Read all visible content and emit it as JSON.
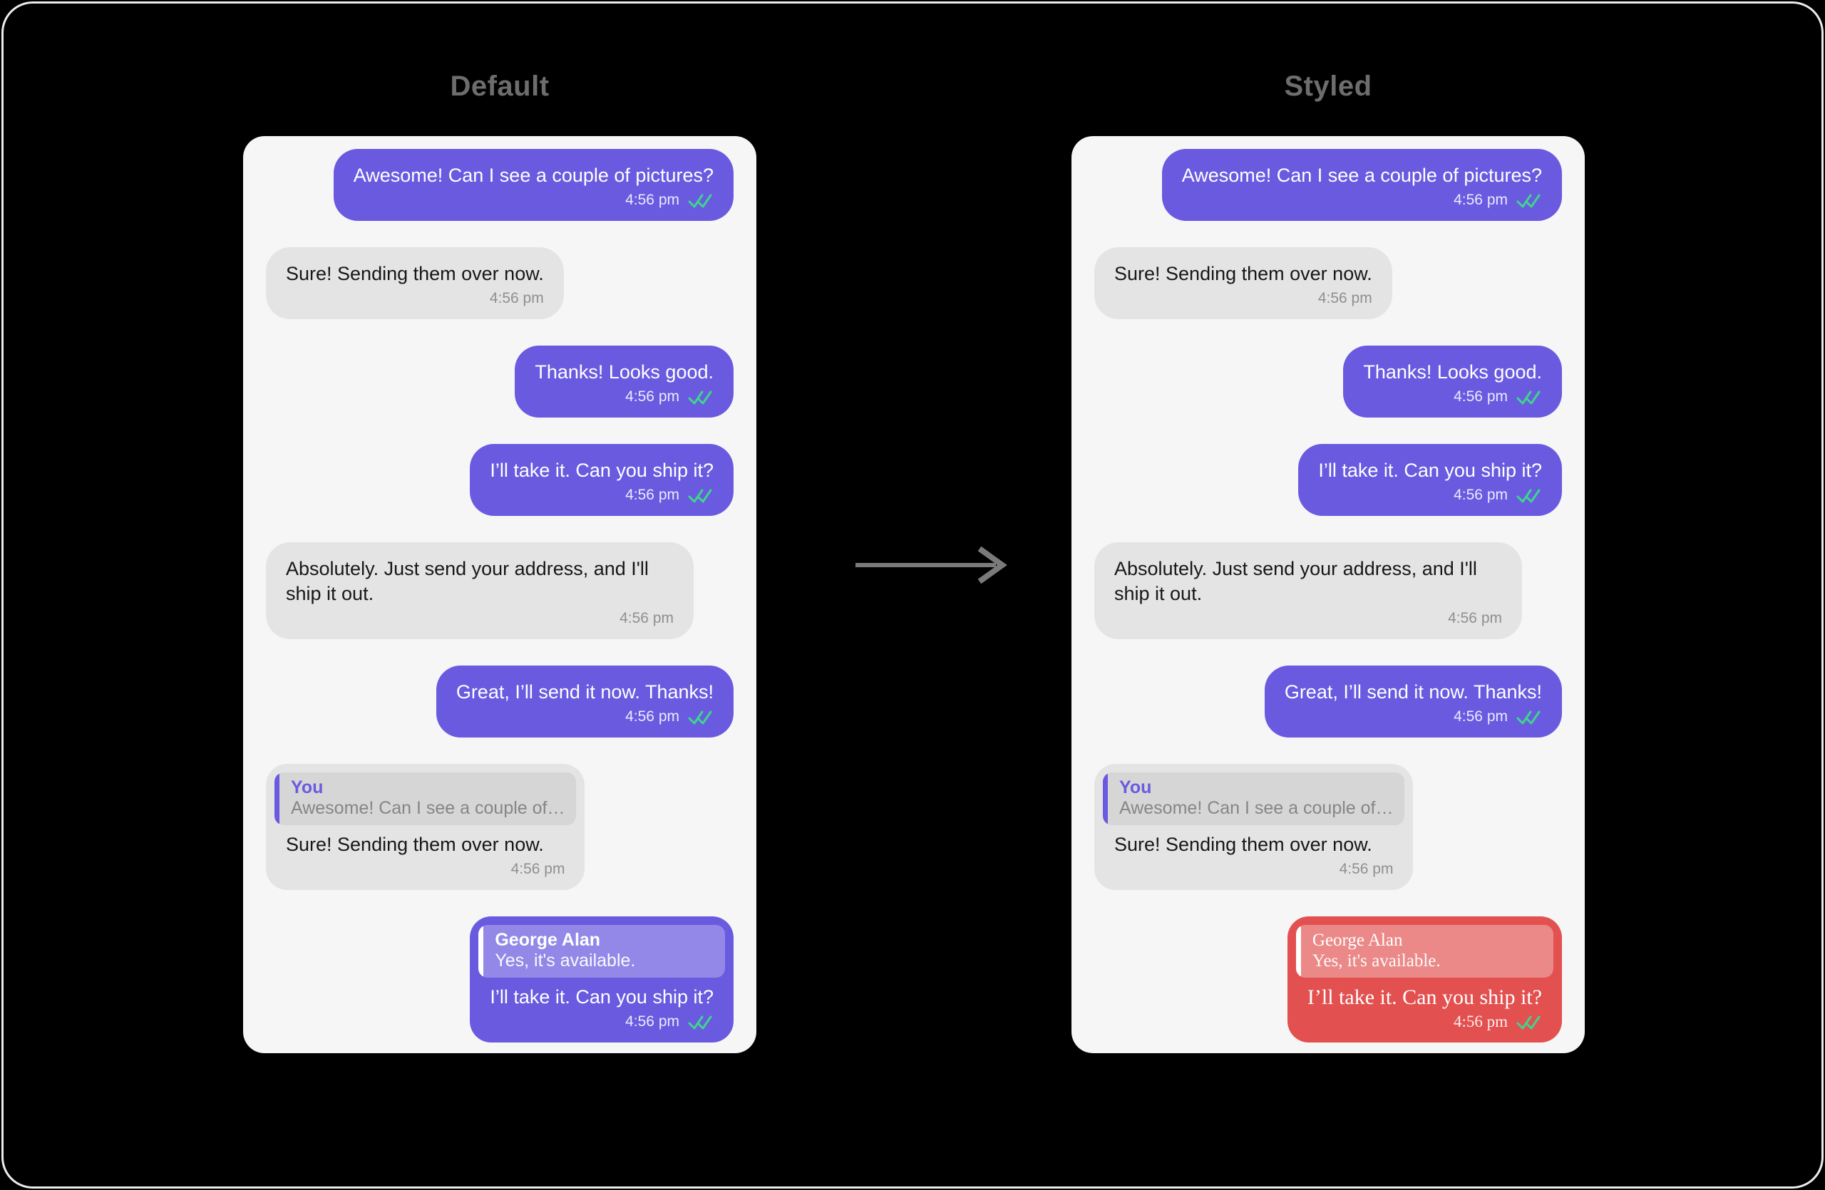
{
  "page": {
    "background": "#000000",
    "frame_border_color": "#ececec"
  },
  "columns": [
    {
      "title": "Default",
      "theme": "default"
    },
    {
      "title": "Styled",
      "theme": "styled"
    }
  ],
  "arrow": {
    "icon": "right-arrow-icon"
  },
  "colors": {
    "accent_purple": "#6a5ae0",
    "incoming_bubble": "#e4e4e4",
    "panel_background": "#f6f6f6",
    "styled_red_bubble": "#e25150",
    "check_green": "#3dd68c",
    "title_gray": "#6d6d6d",
    "arrow_gray": "#7a7a7a"
  },
  "conversation": {
    "messages": [
      {
        "direction": "outgoing",
        "text": "Awesome! Can I see a couple of pictures?",
        "time": "4:56 pm",
        "status_icon": "double-check-icon"
      },
      {
        "direction": "incoming",
        "text": "Sure! Sending them over now.",
        "time": "4:56 pm"
      },
      {
        "direction": "outgoing",
        "text": "Thanks! Looks good.",
        "time": "4:56 pm",
        "status_icon": "double-check-icon"
      },
      {
        "direction": "outgoing",
        "text": "I’ll take it. Can you ship it?",
        "time": "4:56 pm",
        "status_icon": "double-check-icon"
      },
      {
        "direction": "incoming",
        "text": "Absolutely. Just send your address, and I'll ship it out.",
        "time": "4:56 pm",
        "multiline": true
      },
      {
        "direction": "outgoing",
        "text": "Great, I’ll send it now. Thanks!",
        "time": "4:56 pm",
        "status_icon": "double-check-icon"
      },
      {
        "direction": "incoming",
        "reply_to": "You",
        "quote": "Awesome! Can I see a couple of…",
        "text": "Sure! Sending them over now.",
        "time": "4:56 pm"
      },
      {
        "direction": "outgoing",
        "reply_to": "George Alan",
        "quote": "Yes, it's available.",
        "text": "I’ll take it. Can you ship it?",
        "time": "4:56 pm",
        "status_icon": "double-check-icon",
        "styled_in_styled_column": true
      }
    ]
  }
}
